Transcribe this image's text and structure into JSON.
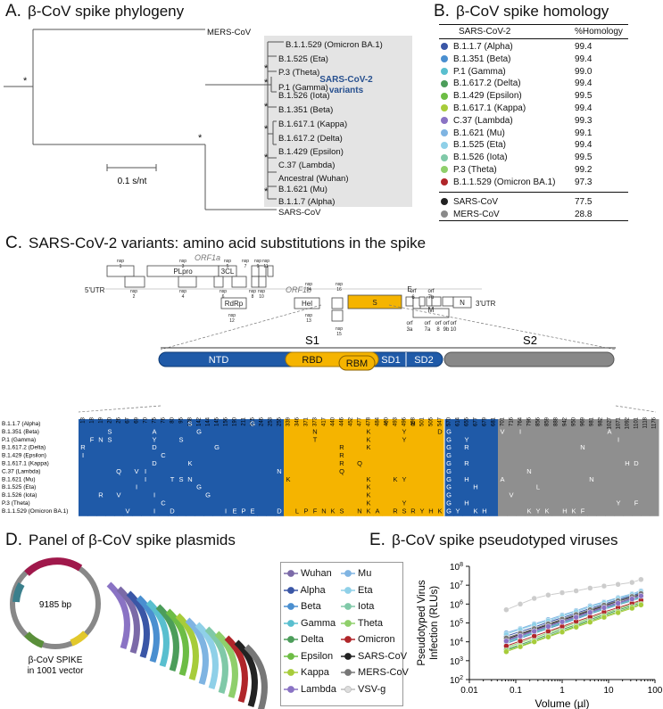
{
  "panels": {
    "a": {
      "letter": "A.",
      "title": "β-CoV spike phylogeny"
    },
    "b": {
      "letter": "B.",
      "title": "β-CoV spike homology"
    },
    "c": {
      "letter": "C.",
      "title": "SARS-CoV-2 variants: amino acid substitutions in the spike"
    },
    "d": {
      "letter": "D.",
      "title": "Panel of β-CoV spike plasmids"
    },
    "e": {
      "letter": "E.",
      "title": "β-CoV spike pseudotyped viruses"
    }
  },
  "phylogeny": {
    "leaves": [
      "MERS-CoV",
      "B.1.1.529 (Omicron BA.1)",
      "B.1.525 (Eta)",
      "P.3 (Theta)",
      "P.1 (Gamma)",
      "B.1.526 (Iota)",
      "B.1.351 (Beta)",
      "B.1.617.1 (Kappa)",
      "B.1.617.2 (Delta)",
      "B.1.429 (Epsilon)",
      "C.37 (Lambda)",
      "Ancestral (Wuhan)",
      "B.1.621 (Mu)",
      "B.1.1.7 (Alpha)",
      "SARS-CoV"
    ],
    "box_label": "SARS-CoV-2\nvariants",
    "scale_label": "0.1 s/nt",
    "bootstrap_mark": "*"
  },
  "homology": {
    "header": [
      "SARS-CoV-2",
      "%Homology"
    ],
    "rows": [
      {
        "name": "B.1.1.7 (Alpha)",
        "value": "99.4",
        "color": "#3a56a6"
      },
      {
        "name": "B.1.351 (Beta)",
        "value": "99.4",
        "color": "#4a8fd0"
      },
      {
        "name": "P.1 (Gamma)",
        "value": "99.0",
        "color": "#59bfcf"
      },
      {
        "name": "B.1.617.2 (Delta)",
        "value": "99.4",
        "color": "#4c9d5a"
      },
      {
        "name": "B.1.429 (Epsilon)",
        "value": "99.5",
        "color": "#6dbd45"
      },
      {
        "name": "B.1.617.1 (Kappa)",
        "value": "99.4",
        "color": "#a7cc3a"
      },
      {
        "name": "C.37 (Lambda)",
        "value": "99.3",
        "color": "#8a73c4"
      },
      {
        "name": "B.1.621 (Mu)",
        "value": "99.1",
        "color": "#7fb4e2"
      },
      {
        "name": "B.1.525 (Eta)",
        "value": "99.4",
        "color": "#8fd0e8"
      },
      {
        "name": "B.1.526 (Iota)",
        "value": "99.5",
        "color": "#80c9a8"
      },
      {
        "name": "P.3 (Theta)",
        "value": "99.2",
        "color": "#8fcf6b"
      },
      {
        "name": "B.1.1.529 (Omicron BA.1)",
        "value": "97.3",
        "color": "#b0262a"
      }
    ],
    "others": [
      {
        "name": "SARS-CoV",
        "value": "77.5",
        "color": "#222222"
      },
      {
        "name": "MERS-CoV",
        "value": "28.8",
        "color": "#8a8a8a"
      }
    ]
  },
  "genome": {
    "orf1a": "ORF1a",
    "orf1b": "ORF1b",
    "utr5": "5'UTR",
    "utr3": "3'UTR",
    "boxes": [
      "PLpro",
      "3CL",
      "RdRp",
      "Hel",
      "S",
      "E",
      "M",
      "N"
    ],
    "nsp_labels": [
      "nsp\n1",
      "nsp\n2",
      "nsp\n3",
      "nsp\n4",
      "nsp\n5",
      "nsp\n6",
      "nsp\n7",
      "nsp\n8",
      "nsp\n9",
      "nsp\n10",
      "nsp\n11",
      "nsp\n12",
      "nsp\n13",
      "nsp\n14",
      "nsp\n15",
      "nsp\n16"
    ],
    "orf_labels": [
      "orf\n3a",
      "orf\n6",
      "orf\n7a",
      "orf\n7b",
      "orf\n8",
      "orf\n9b",
      "orf\n10"
    ]
  },
  "spike_domains": {
    "s1": "S1",
    "s2": "S2",
    "ntd": "NTD",
    "rbd": "RBD",
    "rbm": "RBM",
    "sd1": "SD1",
    "sd2": "SD2"
  },
  "mutations": {
    "positions": [
      "13",
      "18",
      "19",
      "20",
      "26",
      "67",
      "69",
      "70",
      "75",
      "76",
      "80",
      "95",
      "138",
      "142",
      "144",
      "145",
      "156",
      "190",
      "211",
      "215",
      "246",
      "253",
      "255",
      "339",
      "346",
      "371",
      "373",
      "417",
      "440",
      "446",
      "452",
      "477",
      "478",
      "484",
      "490",
      "493",
      "496",
      "498",
      "501",
      "505",
      "547",
      "570",
      "614",
      "655",
      "677",
      "679",
      "681",
      "701",
      "716",
      "764",
      "796",
      "856",
      "859",
      "888",
      "942",
      "950",
      "969",
      "981",
      "982",
      "1027",
      "1071",
      "1092",
      "1101",
      "1118",
      "1176"
    ],
    "variants": [
      "B.1.1.7 (Alpha)",
      "B.1.351 (Beta)",
      "P.1 (Gamma)",
      "B.1.617.2 (Delta)",
      "B.1.429 (Epsilon)",
      "B.1.617.1 (Kappa)",
      "C.37 (Lambda)",
      "B.1.621 (Mu)",
      "B.1.525 (Eta)",
      "B.1.526 (Iota)",
      "P.3 (Theta)",
      "B.1.1.529 (Omicron BA.1)"
    ],
    "cells": [
      {
        "row": 0,
        "col": 12,
        "aa": "S"
      },
      {
        "row": 0,
        "col": 19,
        "aa": "G"
      },
      {
        "row": 0,
        "col": 34,
        "aa": "Y"
      },
      {
        "row": 0,
        "col": 37,
        "aa": "H"
      },
      {
        "row": 1,
        "col": 3,
        "aa": "S"
      },
      {
        "row": 1,
        "col": 8,
        "aa": "A"
      },
      {
        "row": 1,
        "col": 13,
        "aa": "G"
      },
      {
        "row": 1,
        "col": 26,
        "aa": "N"
      },
      {
        "row": 1,
        "col": 32,
        "aa": "K"
      },
      {
        "row": 1,
        "col": 36,
        "aa": "Y"
      },
      {
        "row": 1,
        "col": 40,
        "aa": "D"
      },
      {
        "row": 1,
        "col": 41,
        "aa": "G"
      },
      {
        "row": 1,
        "col": 47,
        "aa": "V"
      },
      {
        "row": 1,
        "col": 49,
        "aa": "I"
      },
      {
        "row": 1,
        "col": 59,
        "aa": "A"
      },
      {
        "row": 2,
        "col": 1,
        "aa": "F"
      },
      {
        "row": 2,
        "col": 2,
        "aa": "N"
      },
      {
        "row": 2,
        "col": 3,
        "aa": "S"
      },
      {
        "row": 2,
        "col": 8,
        "aa": "Y"
      },
      {
        "row": 2,
        "col": 11,
        "aa": "S"
      },
      {
        "row": 2,
        "col": 26,
        "aa": "T"
      },
      {
        "row": 2,
        "col": 32,
        "aa": "K"
      },
      {
        "row": 2,
        "col": 36,
        "aa": "Y"
      },
      {
        "row": 2,
        "col": 41,
        "aa": "G"
      },
      {
        "row": 2,
        "col": 43,
        "aa": "Y"
      },
      {
        "row": 2,
        "col": 60,
        "aa": "I"
      },
      {
        "row": 3,
        "col": 0,
        "aa": "R"
      },
      {
        "row": 3,
        "col": 8,
        "aa": "D"
      },
      {
        "row": 3,
        "col": 15,
        "aa": "G"
      },
      {
        "row": 3,
        "col": 29,
        "aa": "R"
      },
      {
        "row": 3,
        "col": 32,
        "aa": "K"
      },
      {
        "row": 3,
        "col": 41,
        "aa": "G"
      },
      {
        "row": 3,
        "col": 43,
        "aa": "R"
      },
      {
        "row": 3,
        "col": 56,
        "aa": "N"
      },
      {
        "row": 4,
        "col": 0,
        "aa": "I"
      },
      {
        "row": 4,
        "col": 9,
        "aa": "C"
      },
      {
        "row": 4,
        "col": 29,
        "aa": "R"
      },
      {
        "row": 4,
        "col": 41,
        "aa": "G"
      },
      {
        "row": 5,
        "col": 8,
        "aa": "D"
      },
      {
        "row": 5,
        "col": 12,
        "aa": "K"
      },
      {
        "row": 5,
        "col": 29,
        "aa": "R"
      },
      {
        "row": 5,
        "col": 31,
        "aa": "Q"
      },
      {
        "row": 5,
        "col": 41,
        "aa": "G"
      },
      {
        "row": 5,
        "col": 43,
        "aa": "R"
      },
      {
        "row": 5,
        "col": 61,
        "aa": "H"
      },
      {
        "row": 5,
        "col": 62,
        "aa": "D"
      },
      {
        "row": 6,
        "col": 4,
        "aa": "Q"
      },
      {
        "row": 6,
        "col": 6,
        "aa": "V"
      },
      {
        "row": 6,
        "col": 7,
        "aa": "I"
      },
      {
        "row": 6,
        "col": 22,
        "aa": "N"
      },
      {
        "row": 6,
        "col": 29,
        "aa": "Q"
      },
      {
        "row": 6,
        "col": 41,
        "aa": "G"
      },
      {
        "row": 6,
        "col": 50,
        "aa": "N"
      },
      {
        "row": 7,
        "col": 7,
        "aa": "I"
      },
      {
        "row": 7,
        "col": 10,
        "aa": "T"
      },
      {
        "row": 7,
        "col": 11,
        "aa": "S"
      },
      {
        "row": 7,
        "col": 12,
        "aa": "N"
      },
      {
        "row": 7,
        "col": 23,
        "aa": "K"
      },
      {
        "row": 7,
        "col": 32,
        "aa": "K"
      },
      {
        "row": 7,
        "col": 35,
        "aa": "K"
      },
      {
        "row": 7,
        "col": 36,
        "aa": "Y"
      },
      {
        "row": 7,
        "col": 41,
        "aa": "G"
      },
      {
        "row": 7,
        "col": 43,
        "aa": "H"
      },
      {
        "row": 7,
        "col": 47,
        "aa": "A"
      },
      {
        "row": 7,
        "col": 57,
        "aa": "N"
      },
      {
        "row": 8,
        "col": 6,
        "aa": "I"
      },
      {
        "row": 8,
        "col": 13,
        "aa": "G"
      },
      {
        "row": 8,
        "col": 32,
        "aa": "K"
      },
      {
        "row": 8,
        "col": 41,
        "aa": "G"
      },
      {
        "row": 8,
        "col": 44,
        "aa": "H"
      },
      {
        "row": 8,
        "col": 51,
        "aa": "L"
      },
      {
        "row": 9,
        "col": 2,
        "aa": "R"
      },
      {
        "row": 9,
        "col": 4,
        "aa": "V"
      },
      {
        "row": 9,
        "col": 8,
        "aa": "I"
      },
      {
        "row": 9,
        "col": 14,
        "aa": "G"
      },
      {
        "row": 9,
        "col": 32,
        "aa": "K"
      },
      {
        "row": 9,
        "col": 41,
        "aa": "G"
      },
      {
        "row": 9,
        "col": 48,
        "aa": "V"
      },
      {
        "row": 10,
        "col": 9,
        "aa": "C"
      },
      {
        "row": 10,
        "col": 32,
        "aa": "K"
      },
      {
        "row": 10,
        "col": 36,
        "aa": "Y"
      },
      {
        "row": 10,
        "col": 41,
        "aa": "G"
      },
      {
        "row": 10,
        "col": 43,
        "aa": "H"
      },
      {
        "row": 10,
        "col": 60,
        "aa": "Y"
      },
      {
        "row": 10,
        "col": 62,
        "aa": "F"
      },
      {
        "row": 11,
        "col": 5,
        "aa": "V"
      },
      {
        "row": 11,
        "col": 8,
        "aa": "I"
      },
      {
        "row": 11,
        "col": 10,
        "aa": "D"
      },
      {
        "row": 11,
        "col": 16,
        "aa": "I"
      },
      {
        "row": 11,
        "col": 17,
        "aa": "E"
      },
      {
        "row": 11,
        "col": 18,
        "aa": "P"
      },
      {
        "row": 11,
        "col": 19,
        "aa": "E"
      },
      {
        "row": 11,
        "col": 22,
        "aa": "D"
      },
      {
        "row": 11,
        "col": 24,
        "aa": "L"
      },
      {
        "row": 11,
        "col": 25,
        "aa": "P"
      },
      {
        "row": 11,
        "col": 26,
        "aa": "F"
      },
      {
        "row": 11,
        "col": 27,
        "aa": "N"
      },
      {
        "row": 11,
        "col": 28,
        "aa": "K"
      },
      {
        "row": 11,
        "col": 29,
        "aa": "S"
      },
      {
        "row": 11,
        "col": 31,
        "aa": "N"
      },
      {
        "row": 11,
        "col": 32,
        "aa": "K"
      },
      {
        "row": 11,
        "col": 33,
        "aa": "A"
      },
      {
        "row": 11,
        "col": 35,
        "aa": "R"
      },
      {
        "row": 11,
        "col": 36,
        "aa": "S"
      },
      {
        "row": 11,
        "col": 37,
        "aa": "R"
      },
      {
        "row": 11,
        "col": 38,
        "aa": "Y"
      },
      {
        "row": 11,
        "col": 39,
        "aa": "H"
      },
      {
        "row": 11,
        "col": 40,
        "aa": "K"
      },
      {
        "row": 11,
        "col": 41,
        "aa": "G"
      },
      {
        "row": 11,
        "col": 42,
        "aa": "Y"
      },
      {
        "row": 11,
        "col": 44,
        "aa": "K"
      },
      {
        "row": 11,
        "col": 45,
        "aa": "H"
      },
      {
        "row": 11,
        "col": 50,
        "aa": "K"
      },
      {
        "row": 11,
        "col": 51,
        "aa": "Y"
      },
      {
        "row": 11,
        "col": 52,
        "aa": "K"
      },
      {
        "row": 11,
        "col": 54,
        "aa": "H"
      },
      {
        "row": 11,
        "col": 55,
        "aa": "K"
      },
      {
        "row": 11,
        "col": 56,
        "aa": "F"
      }
    ]
  },
  "plasmid": {
    "size": "9185 bp",
    "caption": "β-CoV SPIKE\nin 1001 vector"
  },
  "legend": [
    {
      "name": "Wuhan",
      "color": "#7b6aa8",
      "marker": "#7b6aa8"
    },
    {
      "name": "Mu",
      "color": "#7fb4e2",
      "marker": "#7fb4e2"
    },
    {
      "name": "Alpha",
      "color": "#3a56a6",
      "marker": "#3a56a6"
    },
    {
      "name": "Eta",
      "color": "#8fd0e8",
      "marker": "#8fd0e8"
    },
    {
      "name": "Beta",
      "color": "#4a8fd0",
      "marker": "#4a8fd0"
    },
    {
      "name": "Iota",
      "color": "#80c9a8",
      "marker": "#80c9a8"
    },
    {
      "name": "Gamma",
      "color": "#59bfcf",
      "marker": "#59bfcf"
    },
    {
      "name": "Theta",
      "color": "#8fcf6b",
      "marker": "#8fcf6b"
    },
    {
      "name": "Delta",
      "color": "#4c9d5a",
      "marker": "#4c9d5a"
    },
    {
      "name": "Omicron",
      "color": "#b0262a",
      "marker": "#b0262a"
    },
    {
      "name": "Epsilon",
      "color": "#6dbd45",
      "marker": "#6dbd45"
    },
    {
      "name": "SARS-CoV",
      "color": "#222222",
      "marker": "#222222"
    },
    {
      "name": "Kappa",
      "color": "#a7cc3a",
      "marker": "#a7cc3a"
    },
    {
      "name": "MERS-CoV",
      "color": "#777777",
      "marker": "#777777"
    },
    {
      "name": "Lambda",
      "color": "#8a73c4",
      "marker": "#8a73c4"
    },
    {
      "name": "VSV-g",
      "color": "#bbbbbb",
      "marker": "#dddddd"
    }
  ],
  "chart_data": {
    "type": "line",
    "title": "β-CoV spike pseudotyped viruses",
    "xlabel": "Volume (µl)",
    "ylabel": "Pseudotyped Virus\nInfection (RLUs)",
    "x_scale": "log",
    "y_scale": "log",
    "xlim": [
      0.01,
      100
    ],
    "ylim": [
      100,
      100000000
    ],
    "xticks": [
      "0.01",
      "0.1",
      "1",
      "10",
      "100"
    ],
    "yticks": [
      "10^2",
      "10^3",
      "10^4",
      "10^5",
      "10^6",
      "10^7",
      "10^8"
    ],
    "x": [
      0.0625,
      0.125,
      0.25,
      0.5,
      1,
      2,
      4,
      8,
      16,
      32,
      50
    ],
    "series": [
      {
        "name": "VSV-g",
        "color": "#cccccc",
        "values": [
          500000,
          1000000,
          2000000,
          3000000,
          4000000,
          5000000,
          7000000,
          9000000,
          11000000,
          14000000,
          20000000
        ]
      },
      {
        "name": "Wuhan",
        "color": "#7b6aa8",
        "values": [
          12000,
          22000,
          40000,
          70000,
          120000,
          220000,
          400000,
          700000,
          1200000,
          2000000,
          3000000
        ]
      },
      {
        "name": "Mu",
        "color": "#7fb4e2",
        "values": [
          30000,
          50000,
          90000,
          150000,
          260000,
          450000,
          800000,
          1300000,
          2200000,
          3500000,
          5000000
        ]
      },
      {
        "name": "Alpha",
        "color": "#3a56a6",
        "values": [
          20000,
          35000,
          60000,
          110000,
          190000,
          330000,
          580000,
          1000000,
          1700000,
          2800000,
          4000000
        ]
      },
      {
        "name": "Eta",
        "color": "#8fd0e8",
        "values": [
          25000,
          45000,
          80000,
          130000,
          230000,
          400000,
          700000,
          1200000,
          2000000,
          3200000,
          4500000
        ]
      },
      {
        "name": "Beta",
        "color": "#4a8fd0",
        "values": [
          8000,
          15000,
          28000,
          50000,
          90000,
          160000,
          300000,
          520000,
          900000,
          1500000,
          2200000
        ]
      },
      {
        "name": "Iota",
        "color": "#80c9a8",
        "values": [
          9000,
          17000,
          30000,
          55000,
          100000,
          180000,
          320000,
          560000,
          950000,
          1600000,
          2400000
        ]
      },
      {
        "name": "Gamma",
        "color": "#59bfcf",
        "values": [
          10000,
          18000,
          32000,
          60000,
          105000,
          190000,
          340000,
          600000,
          1000000,
          1700000,
          2600000
        ]
      },
      {
        "name": "Theta",
        "color": "#8fcf6b",
        "values": [
          5000,
          9000,
          16000,
          30000,
          55000,
          100000,
          180000,
          320000,
          560000,
          950000,
          1400000
        ]
      },
      {
        "name": "Delta",
        "color": "#4c9d5a",
        "values": [
          4000,
          7000,
          13000,
          24000,
          45000,
          80000,
          150000,
          270000,
          480000,
          820000,
          1200000
        ]
      },
      {
        "name": "Omicron",
        "color": "#b0262a",
        "values": [
          6000,
          11000,
          20000,
          36000,
          65000,
          120000,
          210000,
          380000,
          650000,
          1100000,
          1600000
        ]
      },
      {
        "name": "Epsilon",
        "color": "#6dbd45",
        "values": [
          3500,
          6000,
          11000,
          20000,
          37000,
          68000,
          125000,
          230000,
          400000,
          700000,
          1000000
        ]
      },
      {
        "name": "SARS-CoV",
        "color": "#222222",
        "values": [
          14000,
          25000,
          45000,
          80000,
          140000,
          250000,
          450000,
          800000,
          1400000,
          2300000,
          3400000
        ]
      },
      {
        "name": "Kappa",
        "color": "#a7cc3a",
        "values": [
          3000,
          5500,
          10000,
          18000,
          33000,
          60000,
          110000,
          200000,
          350000,
          600000,
          900000
        ]
      },
      {
        "name": "MERS-CoV",
        "color": "#777777",
        "values": [
          16000,
          28000,
          50000,
          90000,
          160000,
          280000,
          500000,
          880000,
          1500000,
          2500000,
          3600000
        ]
      },
      {
        "name": "Lambda",
        "color": "#8a73c4",
        "values": [
          11000,
          20000,
          36000,
          65000,
          115000,
          200000,
          360000,
          640000,
          1100000,
          1850000,
          2700000
        ]
      }
    ]
  }
}
